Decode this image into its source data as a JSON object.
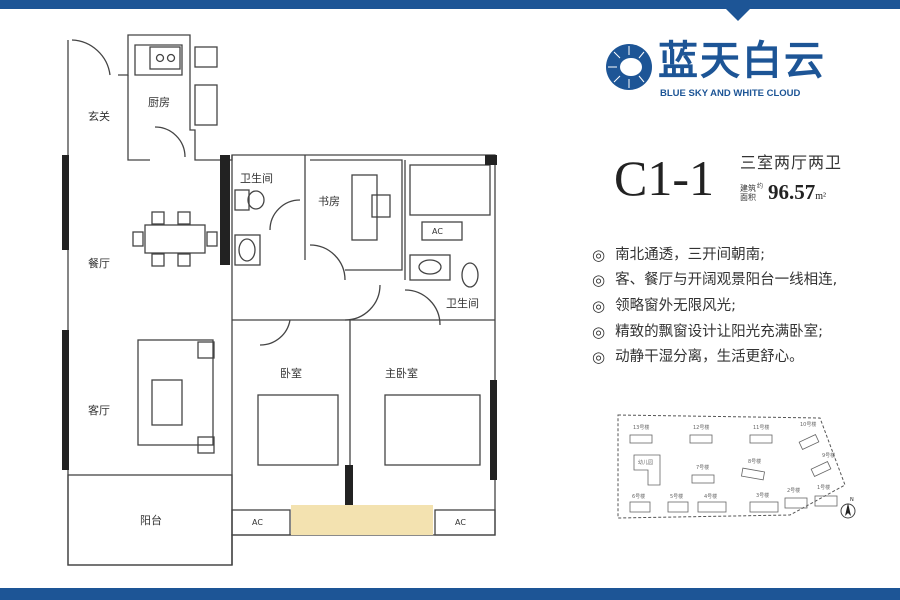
{
  "brand": {
    "name_cn": "蓝天白云",
    "name_en": "BLUE SKY AND WHITE CLOUD",
    "color": "#1d5596"
  },
  "unit": {
    "code": "C1-1",
    "layout": "三室两厅两卫",
    "area_label": "建筑面积",
    "area_label_mark": "约",
    "area_value": "96.57",
    "area_unit": "m²"
  },
  "features": [
    "南北通透，三开间朝南;",
    "客、餐厅与开阔观景阳台一线相连,",
    "领略窗外无限风光;",
    "精致的飘窗设计让阳光充满卧室;",
    "动静干湿分离，生活更舒心。"
  ],
  "feature_bullet": "◎",
  "floorplan": {
    "rooms": {
      "entrance": "玄关",
      "kitchen": "厨房",
      "bathroom1": "卫生间",
      "study": "书房",
      "dining": "餐厅",
      "bathroom2": "卫生间",
      "bedroom": "卧室",
      "master_bedroom": "主卧室",
      "living": "客厅",
      "balcony": "阳台"
    },
    "ac_label": "AC",
    "bay_window_color": "#f3e2b0"
  },
  "site_plan": {
    "buildings": [
      "13号楼",
      "12号楼",
      "11号楼",
      "10号楼",
      "9号楼",
      "幼儿园",
      "7号楼",
      "8号楼",
      "6号楼",
      "5号楼",
      "4号楼",
      "3号楼",
      "2号楼",
      "1号楼"
    ],
    "north": "N"
  }
}
